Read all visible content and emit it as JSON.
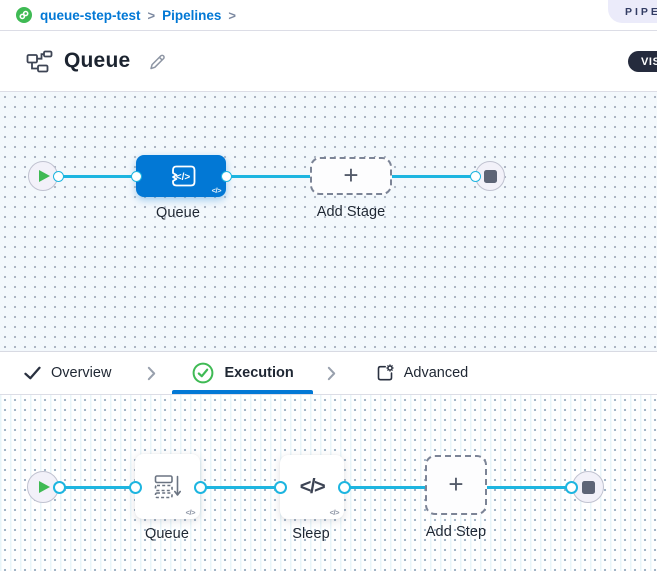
{
  "colors": {
    "accent_blue": "#0278d5",
    "connector_cyan": "#1db5e0",
    "success_green": "#3fba54",
    "text_dark": "#1f2733",
    "studio_badge_bg": "#ebebfa",
    "studio_badge_text": "#323c63",
    "toggle_pill_bg": "#252b3d"
  },
  "breadcrumb": {
    "project": "queue-step-test",
    "separator": ">",
    "section": "Pipelines"
  },
  "header": {
    "studio_badge": "PIPELINE STUDIO",
    "title": "Queue",
    "view_toggle": "VISUAL"
  },
  "stage_canvas": {
    "stage_label": "Queue",
    "add_stage_label": "Add Stage"
  },
  "tabs": {
    "overview": "Overview",
    "execution": "Execution",
    "advanced": "Advanced"
  },
  "step_canvas": {
    "steps": [
      {
        "label": "Queue"
      },
      {
        "label": "Sleep"
      }
    ],
    "add_step_label": "Add Step"
  },
  "icons": {
    "plus": "+",
    "code": "</>"
  }
}
